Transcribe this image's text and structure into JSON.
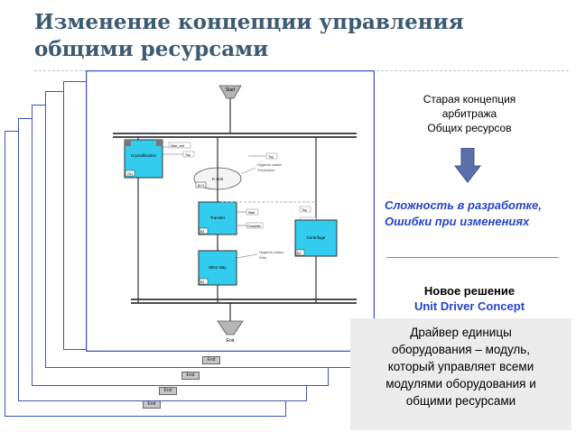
{
  "title": {
    "line1": "Изменение концепции управления",
    "line2": "общими ресурсами"
  },
  "colors": {
    "title": "#3d5a73",
    "accent_blue": "#2545cc",
    "sheet_border": "#3b56b8",
    "unit_fill": "#33ccee",
    "arrow_fill": "#5a70aa"
  },
  "diagram": {
    "start_label": "Start",
    "end_label": "End",
    "stack_end_labels": [
      "End",
      "End",
      "End",
      "End"
    ],
    "units": {
      "crystallisation": "Crystallisation",
      "transfer": "Transfer",
      "mes_stay": "MES stay",
      "centrifuge": "Centrifuge",
      "k_unit": "K-unit"
    },
    "unit_ids": {
      "crystallisation": "TA1",
      "transfer": "B3",
      "mes_stay": "B3",
      "centrifuge": "B3",
      "k_unit": "B2-3"
    },
    "small_labels": {
      "start_unit": "Start_unit",
      "top1": "Top",
      "top2": "Top",
      "top3": "Top",
      "start_transfer": "Start",
      "complete1": "Complete",
      "complete2": "Complete"
    },
    "notes": {
      "k_unit_note1": "Hygienic status",
      "k_unit_note2": "Production",
      "mes_note1": "Hygienic status",
      "mes_note2": "Dirty"
    }
  },
  "right_panel": {
    "old_concept": [
      "Старая концепция",
      "арбитража",
      "Общих ресурсов"
    ],
    "complexity": [
      "Сложность в разработке,",
      "Ошибки при изменениях"
    ],
    "new_solution": "Новое решение",
    "unit_driver": "Unit Driver Concept",
    "description": [
      "Драйвер единицы",
      "оборудования – модуль,",
      "который управляет всеми",
      "модулями оборудования и",
      "общими ресурсами"
    ]
  }
}
